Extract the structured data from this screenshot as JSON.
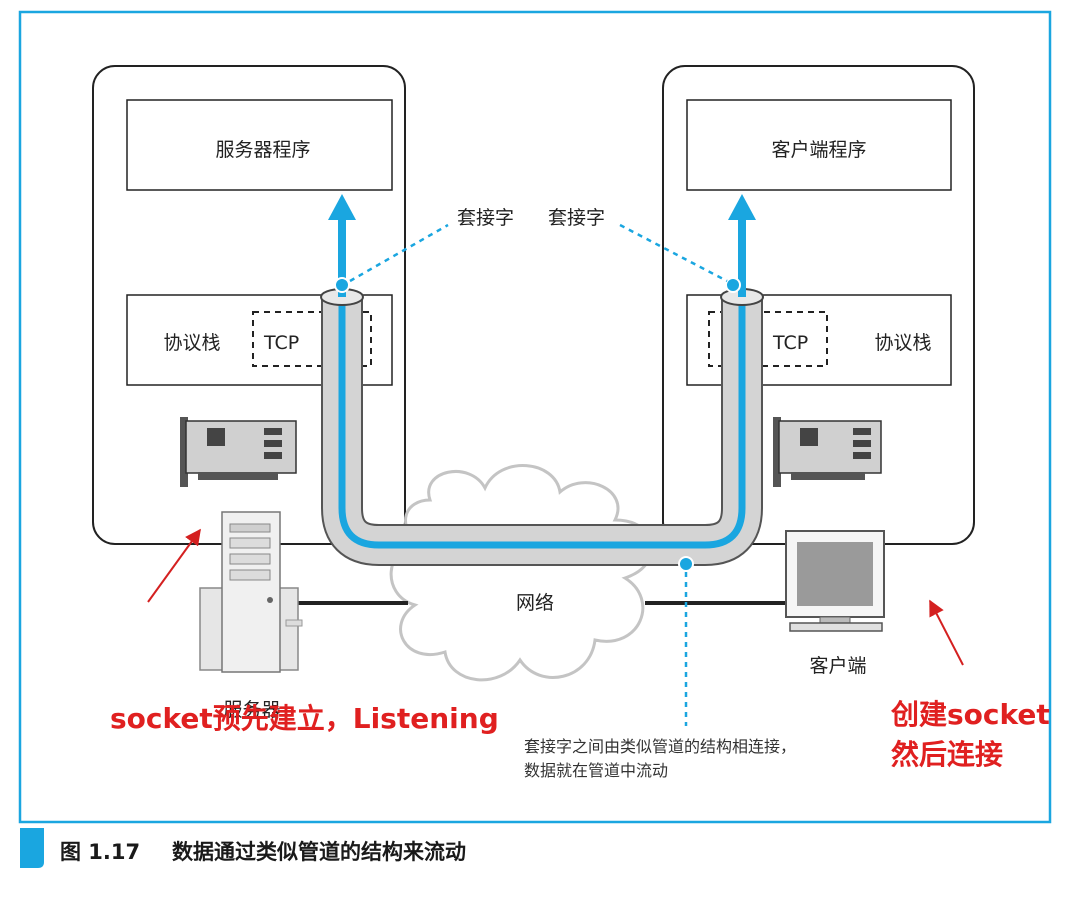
{
  "server": {
    "program": "服务器程序",
    "stack": "协议栈",
    "tcp": "TCP",
    "device_label": "服务器"
  },
  "client": {
    "program": "客户端程序",
    "stack": "协议栈",
    "tcp": "TCP",
    "device_label": "客户端"
  },
  "socket_label_left": "套接字",
  "socket_label_right": "套接字",
  "network_label": "网络",
  "pipe_note": [
    "套接字之间由类似管道的结构相连接，",
    "数据就在管道中流动"
  ],
  "annotations": {
    "left": "socket预先建立，Listening",
    "right": [
      "创建socket",
      "然后连接"
    ]
  },
  "caption": {
    "number": "图 1.17",
    "text": "数据通过类似管道的结构来流动"
  },
  "colors": {
    "frame": "#1aa6e0",
    "pipe": "#1aa6e0",
    "annotation": "#e02020"
  }
}
